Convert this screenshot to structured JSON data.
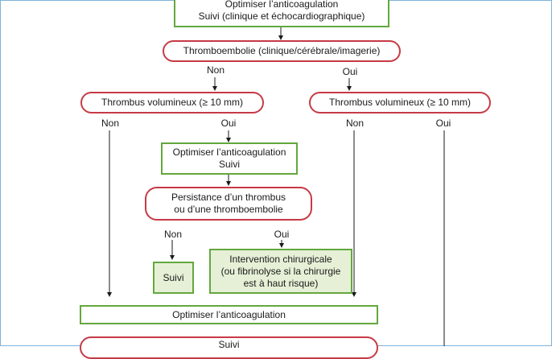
{
  "boxes": {
    "top": {
      "line1": "Optimiser l’anticoagulation",
      "line2": "Suivi (clinique et échocardiographique)"
    },
    "embolism": "Thromboembolie (clinique/cérébrale/imagerie)",
    "thrombus_left": "Thrombus volumineux (≥ 10 mm)",
    "thrombus_right": "Thrombus volumineux (≥ 10 mm)",
    "optimize_mid": {
      "line1": "Optimiser l’anticoagulation",
      "line2": "Suivi"
    },
    "persistence": {
      "line1": "Persistance d’un thrombus",
      "line2": "ou d’une thromboembolie"
    },
    "suivi": "Suivi",
    "intervention": {
      "line1": "Intervention chirurgicale",
      "line2": "(ou fibrinolyse si la chirurgie",
      "line3": "est à haut risque)"
    },
    "optimize_bottom": "Optimiser l’anticoagulation",
    "bottom_partial": "Suivi"
  },
  "labels": {
    "non": "Non",
    "oui": "Oui"
  },
  "colors": {
    "green_border": "#63a83d",
    "red_border": "#c63a45",
    "green_fill": "#e6f0d6",
    "frame": "#7fb2d9"
  }
}
